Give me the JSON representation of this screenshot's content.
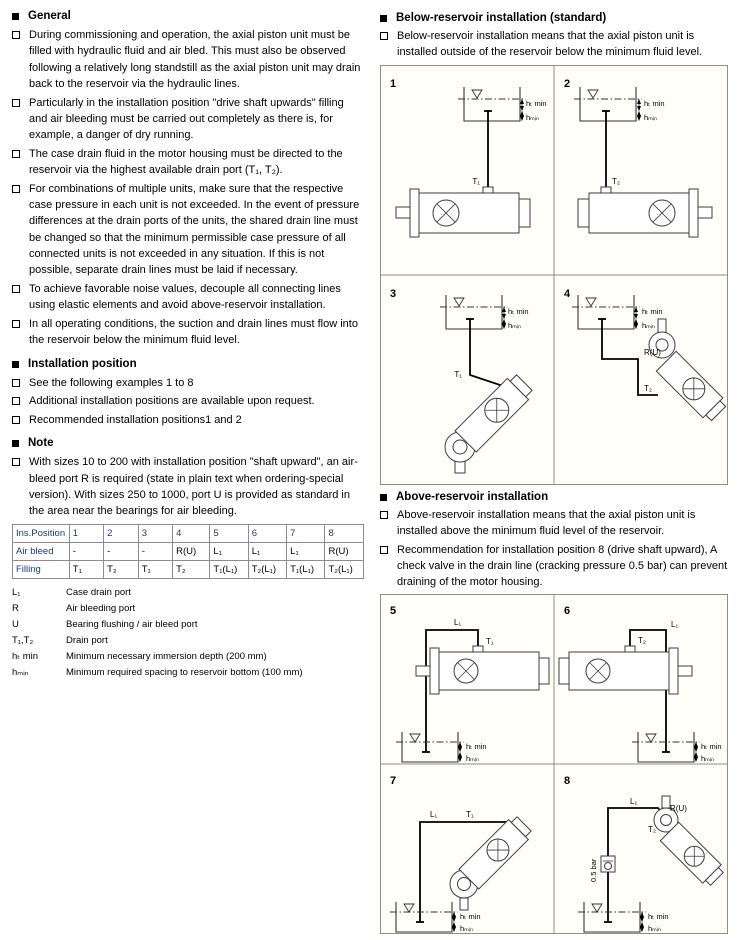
{
  "doc": {
    "left": {
      "sections": [
        {
          "title": "General",
          "items": [
            "During commissioning and operation, the axial piston unit must be filled with hydraulic fluid and air bled. This must also be observed following a relatively long standstill as the axial piston unit may drain back to the reservoir via the hydraulic lines.",
            "Particularly in the installation position \"drive shaft upwards\" filling and air bleeding must be carried out completely as there is, for example, a danger of dry running.",
            "The case drain fluid in the motor housing must be directed to the reservoir via the highest available drain port (T₁, T₂).",
            "For combinations of multiple units, make sure that the respective case pressure in each unit is not exceeded. In the event of pressure differences at the drain ports of the units, the shared drain line must be changed so that the minimum permissible case pressure of all connected units is not exceeded in any situation. If this is not possible, separate drain lines must be laid if necessary.",
            "To achieve favorable noise values, decouple all connecting lines using elastic elements and avoid above-reservoir installation.",
            "In all operating conditions, the suction and drain lines must flow into the reservoir below the minimum fluid level."
          ]
        },
        {
          "title": "Installation position",
          "items": [
            "See the following examples 1 to 8",
            "Additional installation positions are available upon request.",
            "Recommended installation positions1 and 2"
          ]
        },
        {
          "title": "Note",
          "items": [
            "With sizes 10 to 200 with installation position \"shaft upward\", an air-bleed port R is required (state in plain text when ordering-special version). With sizes 250 to 1000, port U is provided as standard in the area near the bearings for air bleeding."
          ]
        }
      ],
      "table": {
        "rows": [
          [
            "Ins.Position",
            "1",
            "2",
            "3",
            "4",
            "5",
            "6",
            "7",
            "8"
          ],
          [
            "Air bleed",
            "-",
            "-",
            "-",
            "R(U)",
            "L₁",
            "L₁",
            "L₁",
            "R(U)"
          ],
          [
            "Filling",
            "T₁",
            "T₂",
            "T₁",
            "T₂",
            "T₁(L₁)",
            "T₂(L₁)",
            "T₁(L₁)",
            "T₂(L₁)"
          ]
        ]
      },
      "legend": [
        {
          "term": "L₁",
          "desc": "Case drain port"
        },
        {
          "term": "R",
          "desc": "Air bleeding port"
        },
        {
          "term": "U",
          "desc": "Bearing flushing / air bleed port"
        },
        {
          "term": "T₁,T₂",
          "desc": "Drain port"
        },
        {
          "term": "hₜ min",
          "desc": "Minimum necessary immersion depth (200 mm)"
        },
        {
          "term": "hₘᵢₙ",
          "desc": "Minimum required spacing to reservoir bottom (100 mm)"
        }
      ]
    },
    "right": {
      "below": {
        "title": "Below-reservoir installation (standard)",
        "items": [
          "Below-reservoir installation means that the axial piston unit is installed outside of the reservoir below the minimum fluid level."
        ]
      },
      "above": {
        "title": "Above-reservoir installation",
        "items": [
          "Above-reservoir installation means that the axial piston unit is installed above the minimum fluid level of the reservoir.",
          "Recommendation for installation position 8 (drive shaft upward), A check valve in the drain line (cracking pressure 0.5 bar) can prevent draining of the motor housing."
        ]
      },
      "labels": {
        "ht": "hₜ min",
        "hm": "hₘᵢₙ"
      },
      "panels": {
        "p1": {
          "num": "1",
          "t": "T₁"
        },
        "p2": {
          "num": "2",
          "t": "T₂"
        },
        "p3": {
          "num": "3",
          "t": "T₁"
        },
        "p4": {
          "num": "4",
          "t": "T₂",
          "r": "R(U)"
        },
        "p5": {
          "num": "5",
          "t": "T₁",
          "l": "L₁"
        },
        "p6": {
          "num": "6",
          "t": "T₂",
          "l": "L₁"
        },
        "p7": {
          "num": "7",
          "t": "T₁",
          "l": "L₁"
        },
        "p8": {
          "num": "8",
          "t": "T₂",
          "l": "L₁",
          "r": "R(U)",
          "bar": "0.5 bar"
        }
      }
    }
  }
}
